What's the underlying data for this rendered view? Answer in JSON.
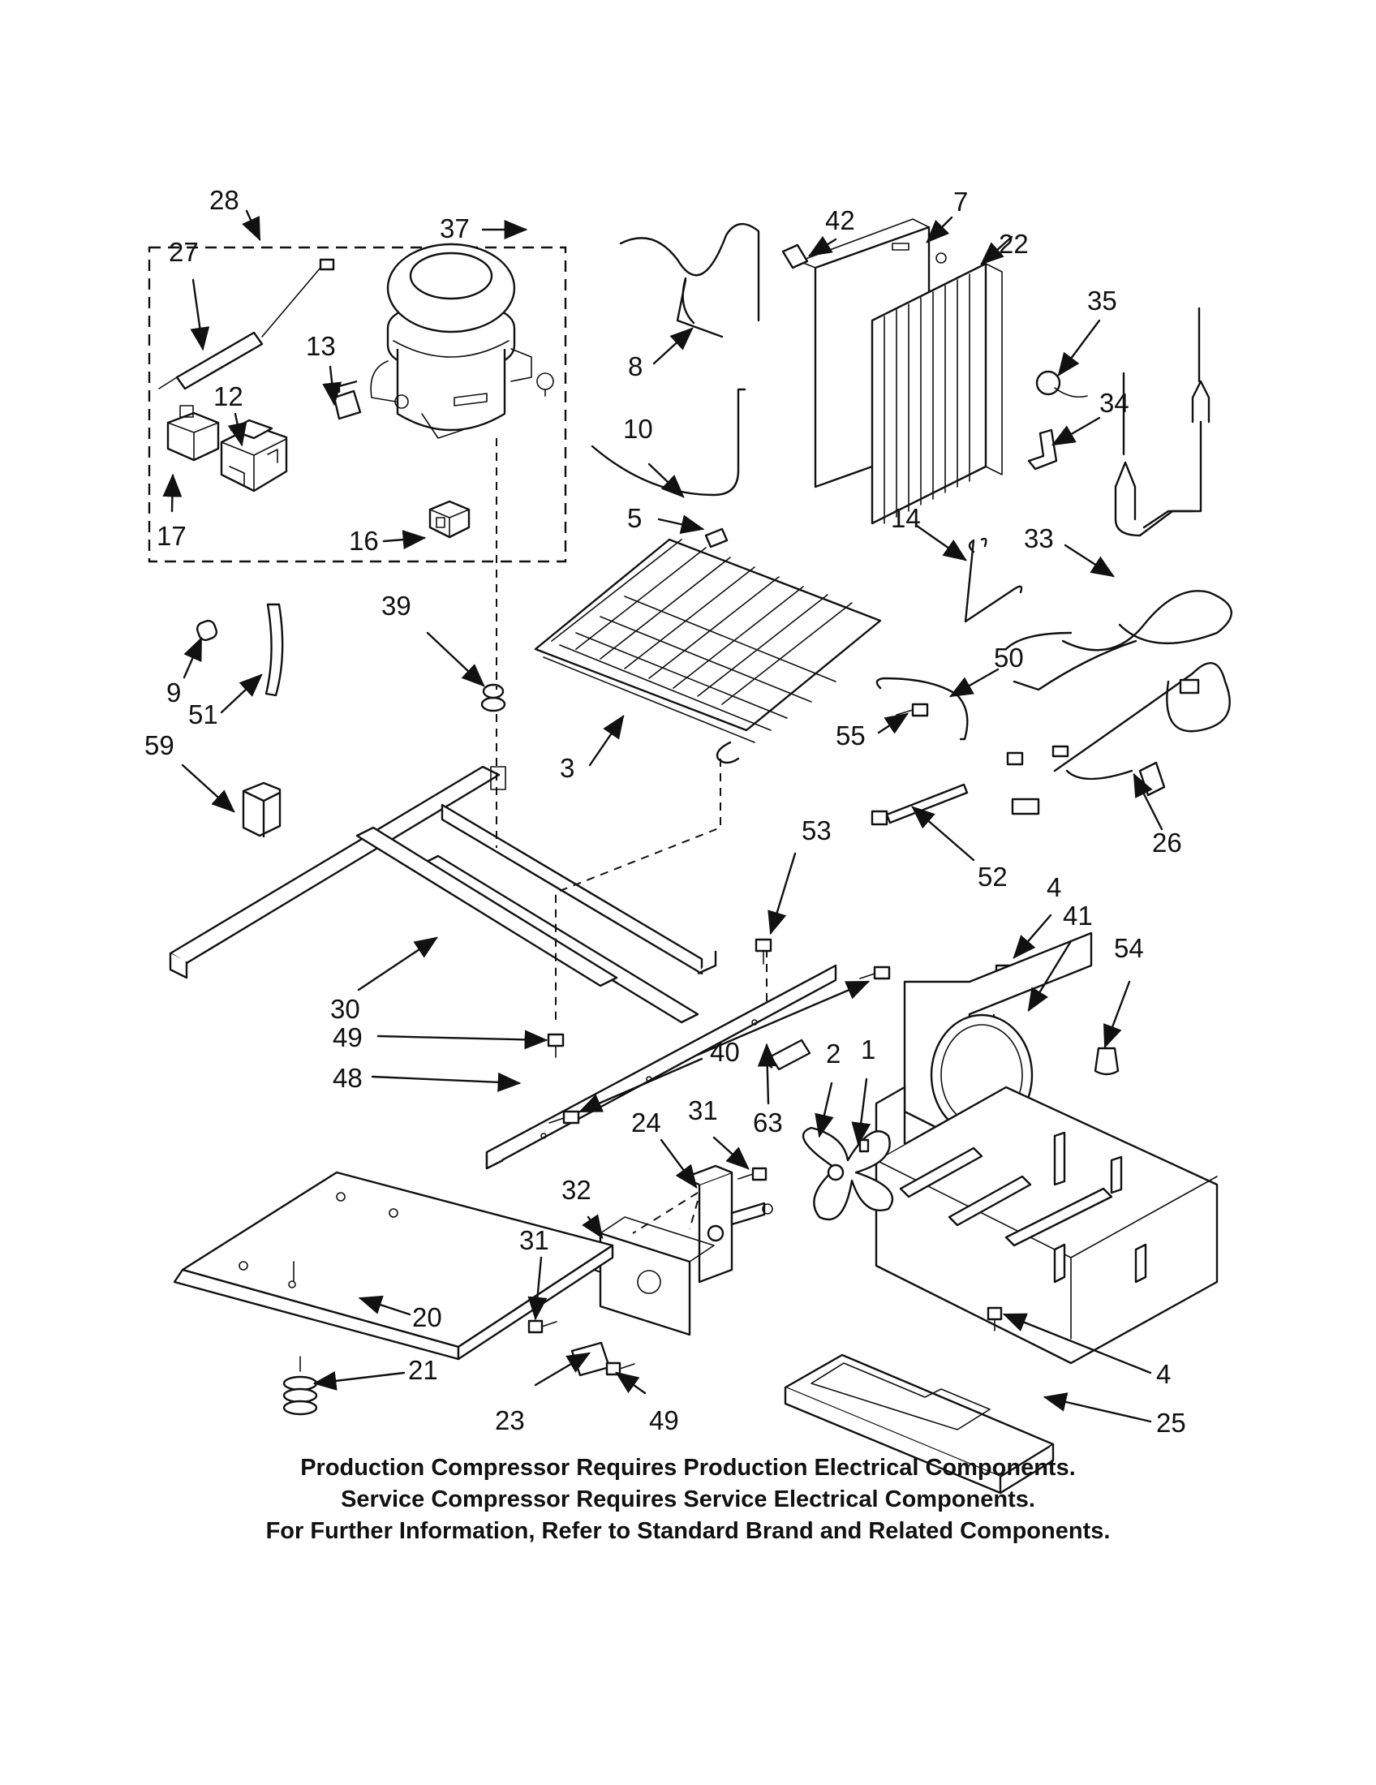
{
  "callouts": [
    "28",
    "37",
    "27",
    "13",
    "12",
    "17",
    "16",
    "8",
    "10",
    "5",
    "42",
    "7",
    "22",
    "35",
    "34",
    "14",
    "33",
    "9",
    "51",
    "39",
    "3",
    "59",
    "50",
    "55",
    "26",
    "52",
    "53",
    "30",
    "49",
    "48",
    "40",
    "4",
    "41",
    "54",
    "1",
    "2",
    "63",
    "31",
    "24",
    "32",
    "31",
    "20",
    "21",
    "23",
    "49",
    "4",
    "25"
  ],
  "notes": [
    "Production Compressor Requires Production Electrical Components.",
    "Service Compressor Requires Service Electrical Components.",
    "For Further Information, Refer to Standard Brand and Related Components."
  ]
}
